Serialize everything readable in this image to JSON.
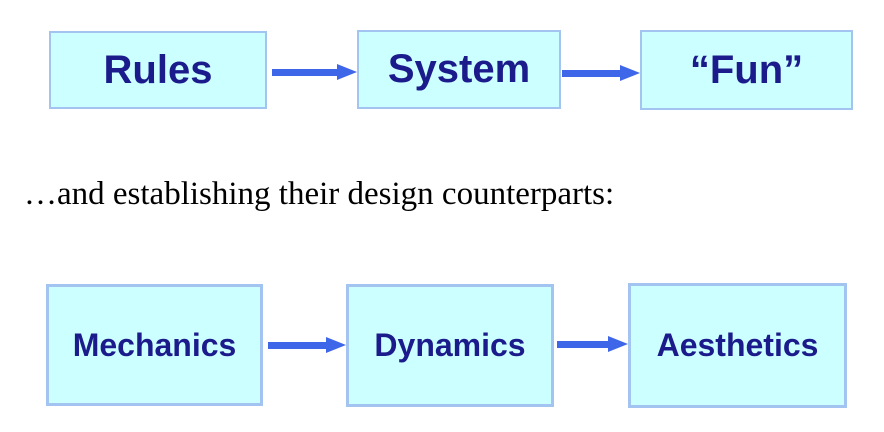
{
  "colors": {
    "background": "#ffffff",
    "box_fill": "#ccffff",
    "box_border": "#a3c4f0",
    "box_text": "#1b1b8c",
    "arrow": "#3e66e8",
    "caption_text": "#000000"
  },
  "top_row": {
    "boxes": [
      {
        "label": "Rules"
      },
      {
        "label": "System"
      },
      {
        "label": "“Fun”"
      }
    ]
  },
  "caption": {
    "text": "…and establishing their design counterparts:"
  },
  "bottom_row": {
    "boxes": [
      {
        "label": "Mechanics"
      },
      {
        "label": "Dynamics"
      },
      {
        "label": "Aesthetics"
      }
    ]
  }
}
